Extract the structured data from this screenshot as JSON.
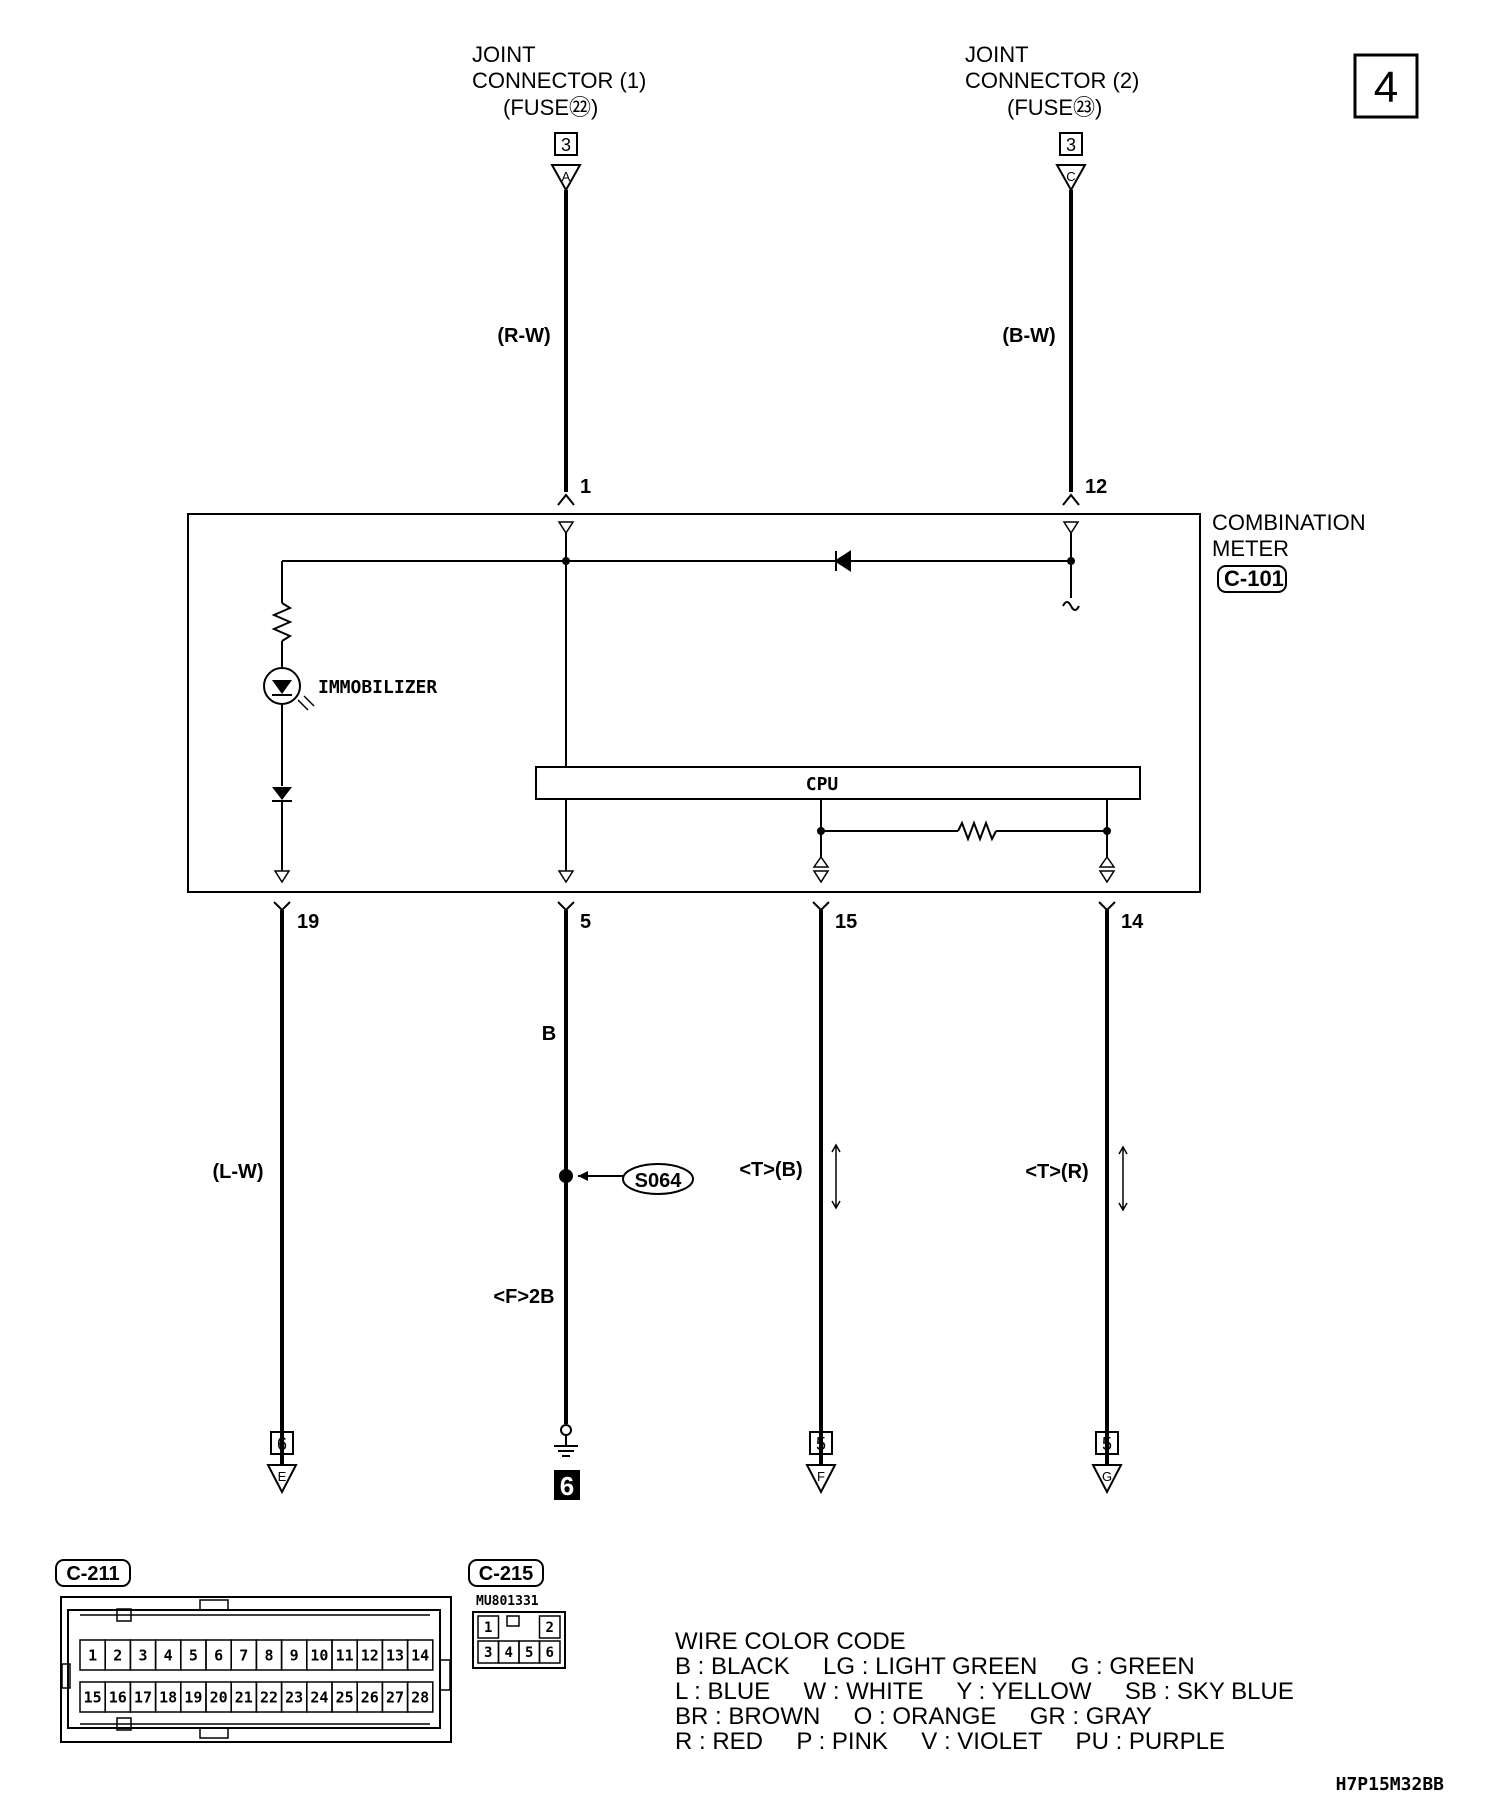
{
  "page_number": "4",
  "joint_connectors": [
    {
      "line1": "JOINT",
      "line2": "CONNECTOR (1)",
      "fuse": "(FUSE㉒)",
      "page_ref": "3",
      "letter": "A",
      "wire": "(R-W)",
      "pin": "1"
    },
    {
      "line1": "JOINT",
      "line2": "CONNECTOR (2)",
      "fuse": "(FUSE㉓)",
      "page_ref": "3",
      "letter": "C",
      "wire": "(B-W)",
      "pin": "12"
    }
  ],
  "component": {
    "name_line1": "COMBINATION",
    "name_line2": "METER",
    "connector": "C-101"
  },
  "internal": {
    "lamp_label": "IMMOBILIZER",
    "cpu_label": "CPU"
  },
  "outputs": [
    {
      "pin": "19",
      "wire": "(L-W)",
      "page_ref": "6",
      "letter": "E"
    },
    {
      "pin": "5",
      "wire_top": "B",
      "splice": "S064",
      "wire_bottom": "<F>2B",
      "ground": "6"
    },
    {
      "pin": "15",
      "wire": "<T>(B)",
      "page_ref": "5",
      "letter": "F"
    },
    {
      "pin": "14",
      "wire": "<T>(R)",
      "page_ref": "5",
      "letter": "G"
    }
  ],
  "connector_views": [
    {
      "id": "C-211",
      "top_row": [
        "1",
        "2",
        "3",
        "4",
        "5",
        "6",
        "7",
        "8",
        "9",
        "10",
        "11",
        "12",
        "13",
        "14"
      ],
      "bottom_row": [
        "15",
        "16",
        "17",
        "18",
        "19",
        "20",
        "21",
        "22",
        "23",
        "24",
        "25",
        "26",
        "27",
        "28"
      ]
    },
    {
      "id": "C-215",
      "part": "MU801331",
      "top_row": [
        "1",
        "2"
      ],
      "bottom_row": [
        "3",
        "4",
        "5",
        "6"
      ]
    }
  ],
  "legend": {
    "title": "WIRE COLOR CODE",
    "lines": [
      "B : BLACK     LG : LIGHT GREEN     G : GREEN",
      "L : BLUE     W : WHITE     Y : YELLOW     SB : SKY BLUE",
      "BR : BROWN     O : ORANGE     GR : GRAY",
      "R : RED     P : PINK     V : VIOLET     PU : PURPLE"
    ]
  },
  "diagram_code": "H7P15M32BB"
}
